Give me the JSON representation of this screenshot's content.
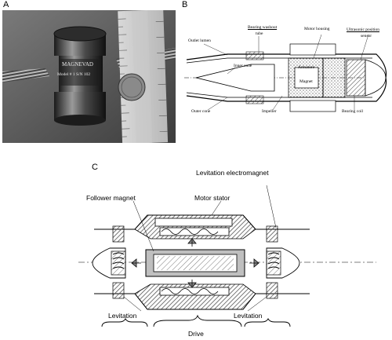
{
  "panels": {
    "a": "A",
    "b": "B",
    "c": "C"
  },
  "photo": {
    "device_label_top": "MAGNEVAD",
    "device_label_bottom": "Model # 1 S/N 102"
  },
  "diagram_b": {
    "outlet_lumen": "Outlet lumen",
    "bearing_washout_1": "Bearing washout",
    "bearing_washout_2": "tube",
    "motor_housing": "Motor housing",
    "ultrasonic_1": "Ultrasonic position",
    "ultrasonic_2": "sensor",
    "inner_cone": "Inner cone",
    "armature": "Armature",
    "magnet": "Magnet",
    "outer_cone": "Outer cone",
    "impeller": "Impeller",
    "bearing_coil": "Bearing coil"
  },
  "diagram_c": {
    "levitation_electromagnet": "Levitation electromagnet",
    "follower_magnet": "Follower magnet",
    "motor_stator": "Motor stator",
    "levitation_left": "Levitation",
    "levitation_right": "Levitation",
    "drive": "Drive"
  },
  "colors": {
    "hatch": "#555555",
    "photo_bg": "#606060",
    "ink": "#000000"
  }
}
